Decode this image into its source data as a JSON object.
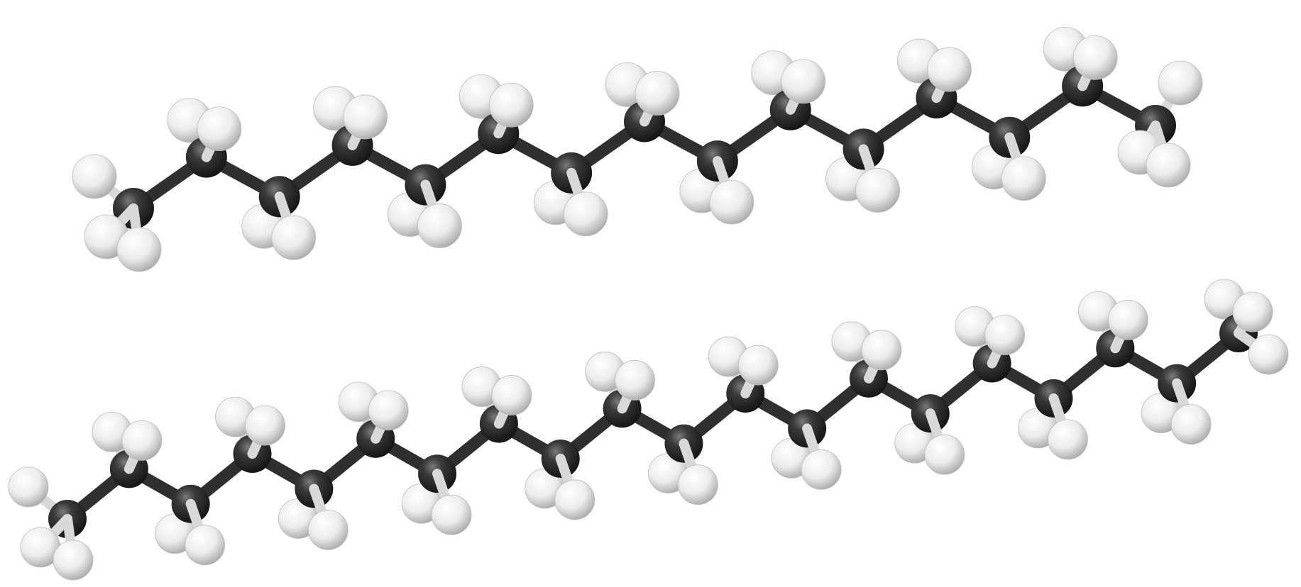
{
  "colors": {
    "background": "#ffffff",
    "carbon": "#2b2b2b",
    "carbon_highlight": "#6a6a6a",
    "hydrogen": "#f2f2f2",
    "hydrogen_shade": "#bdbdbd",
    "bond": "#2f2f2f"
  },
  "molecules": [
    {
      "carbon_count": 15,
      "hydrogen_count": 32,
      "model": "ball-and-stick"
    },
    {
      "carbon_count": 20,
      "hydrogen_count": 42,
      "model": "ball-and-stick"
    }
  ]
}
